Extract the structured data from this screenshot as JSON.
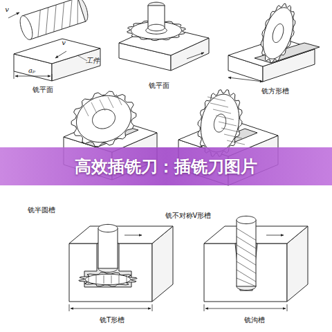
{
  "diagram": {
    "nodes": [
      {
        "text": [
          "高效插铣刀：插铣刀图片"
        ]
      }
    ],
    "labels": [
      "铣平面",
      "铣平面",
      "铣方形槽",
      "铣半圆槽",
      "铣不对称V形槽",
      "铣T形槽",
      "铣沟槽",
      "v",
      "v",
      "工件",
      "aₚ"
    ]
  }
}
